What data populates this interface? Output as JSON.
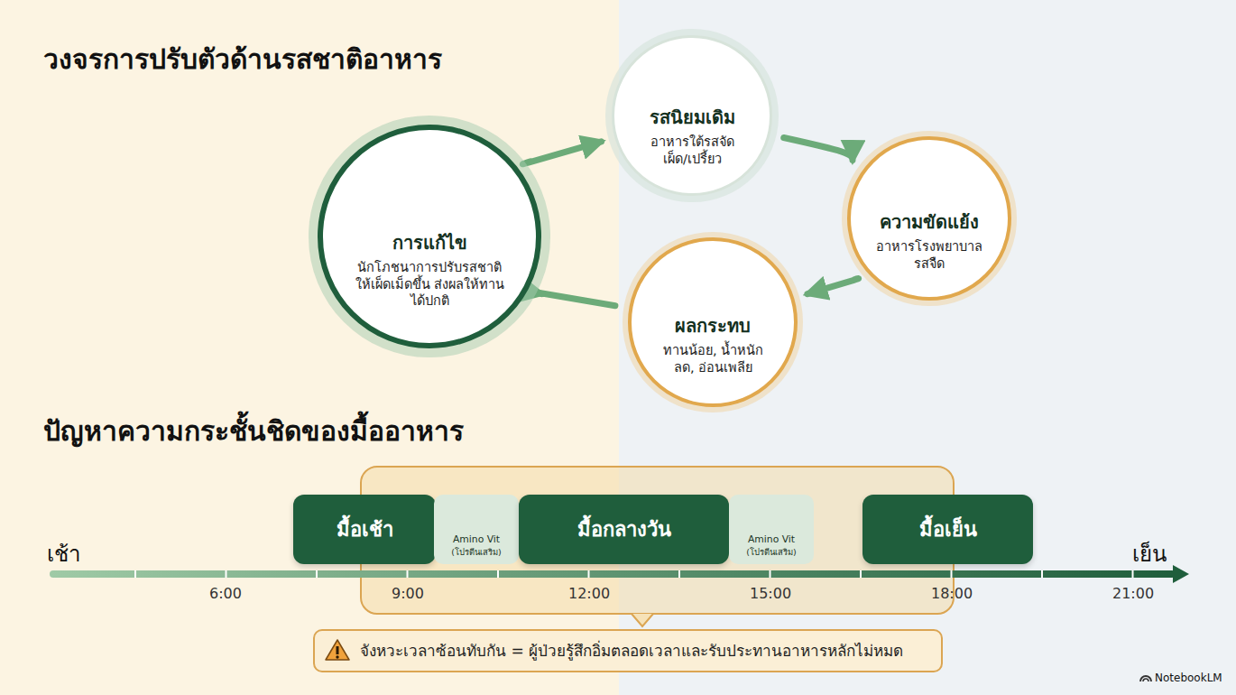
{
  "diagram": {
    "title": "วงจรการปรับตัวด้านรสชาติอาหาร",
    "nodes": [
      {
        "text": [
          "รสนิยมเดิม",
          "อาหารใต้รสจัด เผ็ด/เปรี้ยว"
        ]
      },
      {
        "text": [
          "ความขัดแย้ง",
          "อาหารโรงพยาบาล รสจืด"
        ]
      },
      {
        "text": [
          "ผลกระทบ",
          "ทานน้อย, น้ำหนักลด, อ่อนเพลีย"
        ]
      },
      {
        "text": [
          "การแก้ไข",
          "นักโภชนาการปรับรสชาติ ให้เผ็ดเม็ดขึ้น ส่งผลให้ทานได้ปกติ"
        ]
      },
      {
        "text": [
          "มื้อเช้า"
        ]
      },
      {
        "text": [
          "Amino Vit",
          "(โปรตีนเสริม)"
        ]
      },
      {
        "text": [
          "มื้อกลางวัน"
        ]
      },
      {
        "text": [
          "Amino Vit",
          "(โปรตีนเสริม)"
        ]
      },
      {
        "text": [
          "มื้อเย็น"
        ]
      },
      {
        "text": [
          "จังหวะเวลาซ้อนทับกัน = ผู้ป่วยรู้สึกอิ่มตลอดเวลาและรับประทานอาหารหลักไม่หมด"
        ]
      }
    ],
    "edges": [
      {
        "from": 0,
        "to": 1,
        "arrow": "to"
      },
      {
        "from": 1,
        "to": 2,
        "arrow": "to"
      },
      {
        "from": 2,
        "to": 3,
        "arrow": "to"
      },
      {
        "from": 3,
        "to": 0,
        "arrow": "to"
      }
    ],
    "labels": [
      "ปัญหาความกระชั้นชิดของมื้ออาหาร",
      "เช้า",
      "เย็น",
      "6:00",
      "9:00",
      "12:00",
      "15:00",
      "18:00",
      "21:00",
      "NotebookLM"
    ]
  }
}
